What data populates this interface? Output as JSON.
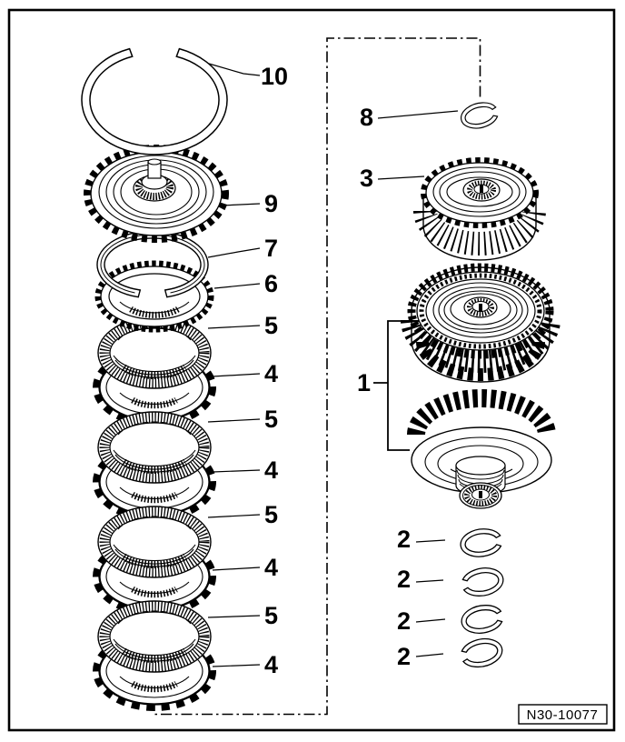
{
  "figure_id": "N30-10077",
  "callouts": {
    "left": [
      "10",
      "9",
      "7",
      "6",
      "5",
      "4",
      "5",
      "4",
      "5",
      "4",
      "5",
      "4"
    ],
    "right": [
      "8",
      "3",
      "1",
      "2",
      "2",
      "2",
      "2"
    ]
  },
  "colors": {
    "line": "#000000",
    "background": "#ffffff"
  }
}
